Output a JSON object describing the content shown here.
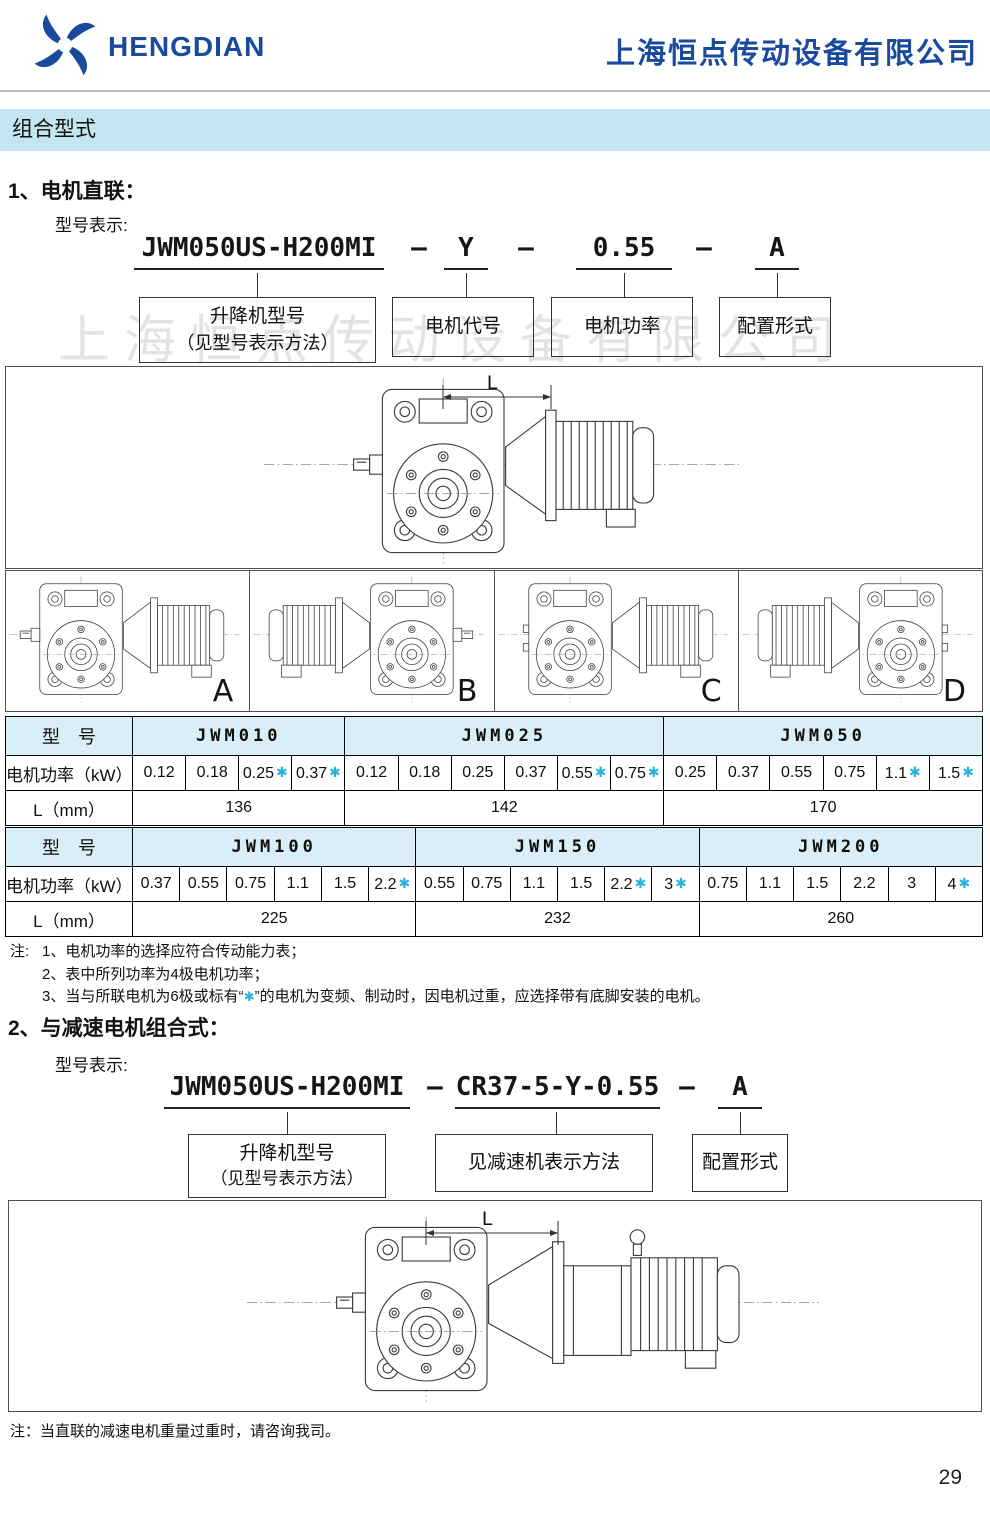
{
  "page": {
    "number": "29"
  },
  "header": {
    "logo_text": "HENGDIAN",
    "company_name": "上海恒点传动设备有限公司"
  },
  "banner": {
    "title": "组合型式"
  },
  "watermark": {
    "text": "上海恒点传动设备有限公司"
  },
  "section1": {
    "heading": "1、电机直联：",
    "model_label": "型号表示:",
    "designation": {
      "part1": "JWM050US-H200MI",
      "dash": "–",
      "part2": "Y",
      "part3": "0.55",
      "part4": "A",
      "caption1_line1": "升降机型号",
      "caption1_line2": "（见型号表示方法）",
      "caption2": "电机代号",
      "caption3": "电机功率",
      "caption4": "配置形式"
    },
    "drawing": {
      "dim_label": "L"
    },
    "configs": [
      "A",
      "B",
      "C",
      "D"
    ]
  },
  "tables": {
    "header_label": "型　号",
    "power_label": "电机功率（kW）",
    "length_label": "L（mm）",
    "star_char": "✱",
    "table1": {
      "groups": [
        {
          "model": "JWM010",
          "L": "136",
          "powers": [
            {
              "v": "0.12",
              "star": false
            },
            {
              "v": "0.18",
              "star": false
            },
            {
              "v": "0.25",
              "star": true
            },
            {
              "v": "0.37",
              "star": true
            }
          ]
        },
        {
          "model": "JWM025",
          "L": "142",
          "powers": [
            {
              "v": "0.12",
              "star": false
            },
            {
              "v": "0.18",
              "star": false
            },
            {
              "v": "0.25",
              "star": false
            },
            {
              "v": "0.37",
              "star": false
            },
            {
              "v": "0.55",
              "star": true
            },
            {
              "v": "0.75",
              "star": true
            }
          ]
        },
        {
          "model": "JWM050",
          "L": "170",
          "powers": [
            {
              "v": "0.25",
              "star": false
            },
            {
              "v": "0.37",
              "star": false
            },
            {
              "v": "0.55",
              "star": false
            },
            {
              "v": "0.75",
              "star": false
            },
            {
              "v": "1.1",
              "star": true
            },
            {
              "v": "1.5",
              "star": true
            }
          ]
        }
      ]
    },
    "table2": {
      "groups": [
        {
          "model": "JWM100",
          "L": "225",
          "powers": [
            {
              "v": "0.37",
              "star": false
            },
            {
              "v": "0.55",
              "star": false
            },
            {
              "v": "0.75",
              "star": false
            },
            {
              "v": "1.1",
              "star": false
            },
            {
              "v": "1.5",
              "star": false
            },
            {
              "v": "2.2",
              "star": true
            }
          ]
        },
        {
          "model": "JWM150",
          "L": "232",
          "powers": [
            {
              "v": "0.55",
              "star": false
            },
            {
              "v": "0.75",
              "star": false
            },
            {
              "v": "1.1",
              "star": false
            },
            {
              "v": "1.5",
              "star": false
            },
            {
              "v": "2.2",
              "star": true
            },
            {
              "v": "3",
              "star": true
            }
          ]
        },
        {
          "model": "JWM200",
          "L": "260",
          "powers": [
            {
              "v": "0.75",
              "star": false
            },
            {
              "v": "1.1",
              "star": false
            },
            {
              "v": "1.5",
              "star": false
            },
            {
              "v": "2.2",
              "star": false
            },
            {
              "v": "3",
              "star": false
            },
            {
              "v": "4",
              "star": true
            }
          ]
        }
      ]
    }
  },
  "notes": {
    "prefix": "注:",
    "note1": "1、电机功率的选择应符合传动能力表；",
    "note2": "2、表中所列功率为4极电机功率；",
    "note3_pre": "3、当与所联电机为6极或标有“",
    "note3_star": "✱",
    "note3_post": "”的电机为变频、制动时，因电机过重，应选择带有底脚安装的电机。"
  },
  "section2": {
    "heading": "2、与减速电机组合式：",
    "model_label": "型号表示:",
    "designation": {
      "part1": "JWM050US-H200MI",
      "dash": "–",
      "part2": "CR37-5-Y-0.55",
      "part3": "A",
      "caption1_line1": "升降机型号",
      "caption1_line2": "（见型号表示方法）",
      "caption2": "见减速机表示方法",
      "caption3": "配置形式"
    },
    "drawing": {
      "dim_label": "L"
    },
    "bottom_note": "注：当直联的减速电机重量过重时，请咨询我司。"
  },
  "colors": {
    "brand_blue": "#1a4a9e",
    "banner_bg": "#c2e5f1",
    "table_header_bg": "#d9eef6",
    "star_cyan": "#29b2dc"
  }
}
